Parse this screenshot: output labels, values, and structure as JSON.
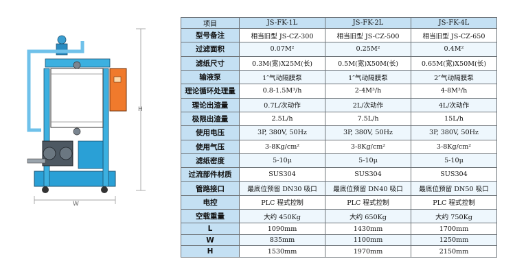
{
  "diagram": {
    "height_label": "H",
    "width_label": "W"
  },
  "table": {
    "header": [
      "项目",
      "JS-FK-1L",
      "JS-FK-2L",
      "JS-FK-4L"
    ],
    "rows": [
      {
        "label": "型号备注",
        "values": [
          "相当旧型 JS-CZ-300",
          "相当旧型 JS-CZ-500",
          "相当旧型 JS-CZ-650"
        ]
      },
      {
        "label": "过滤面积",
        "values": [
          "0.07M²",
          "0.25M²",
          "0.4M²"
        ]
      },
      {
        "label": "滤纸尺寸",
        "values": [
          "0.3M(宽)X25M(长)",
          "0.5M(宽)X50M(长)",
          "0.65M(宽)X50M(长)"
        ]
      },
      {
        "label": "输液泵",
        "values": [
          "1″气动隔膜泵",
          "1″气动隔膜泵",
          "2″气动隔膜泵"
        ]
      },
      {
        "label": "理论循环处理量",
        "values": [
          "0.8-1.5M³/h",
          "2-4M³/h",
          "4-8M³/h"
        ]
      },
      {
        "label": "理论出渣量",
        "values": [
          "0.7L/次动作",
          "2L/次动作",
          "4L/次动作"
        ]
      },
      {
        "label": "极限出渣量",
        "values": [
          "2.5L/h",
          "7.5L/h",
          "15L/h"
        ]
      },
      {
        "label": "使用电压",
        "values": [
          "3P, 380V, 50Hz",
          "3P, 380V, 50Hz",
          "3P, 380V, 50Hz"
        ]
      },
      {
        "label": "使用气压",
        "values": [
          "3-8Kg/cm²",
          "3-8Kg/cm²",
          "3-8Kg/cm²"
        ]
      },
      {
        "label": "滤纸密度",
        "values": [
          "5-10μ",
          "5-10μ",
          "5-10μ"
        ]
      },
      {
        "label": "过流部件材质",
        "values": [
          "SUS304",
          "SUS304",
          "SUS304"
        ]
      },
      {
        "label": "管路接口",
        "values": [
          "最底位预留 DN30 吸口",
          "最底位预留 DN40 吸口",
          "最底位预留 DN50 吸口"
        ]
      },
      {
        "label": "电控",
        "values": [
          "PLC 程式控制",
          "PLC 程式控制",
          "PLC 程式控制"
        ]
      },
      {
        "label": "空载重量",
        "values": [
          "大约 450Kg",
          "大约 650Kg",
          "大约 750Kg"
        ]
      },
      {
        "label": "L",
        "values": [
          "1090mm",
          "1430mm",
          "1700mm"
        ]
      },
      {
        "label": "W",
        "values": [
          "835mm",
          "1100mm",
          "1250mm"
        ]
      },
      {
        "label": "H",
        "values": [
          "1530mm",
          "1970mm",
          "2150mm"
        ]
      }
    ]
  }
}
